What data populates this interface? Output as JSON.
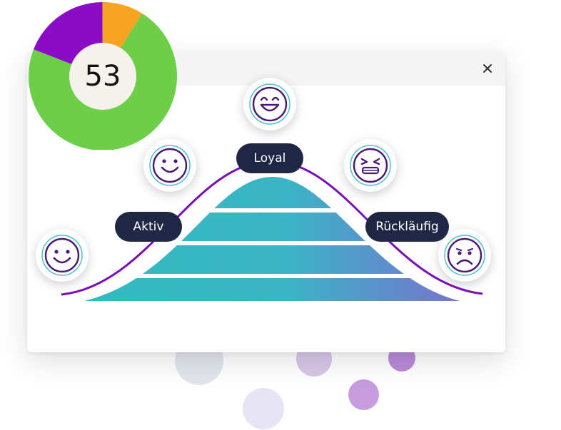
{
  "stages": {
    "aktiv": "Aktiv",
    "loyal": "Loyal",
    "ruecklaeufig": "Rückläufig"
  },
  "score": {
    "value": "53",
    "segments": [
      {
        "label": "green",
        "fraction": 0.72,
        "color": "#6ccf47"
      },
      {
        "label": "purple",
        "fraction": 0.19,
        "color": "#8a0cc6"
      },
      {
        "label": "orange",
        "fraction": 0.09,
        "color": "#f5a321"
      }
    ]
  },
  "colors": {
    "curve": "#7a0fb8",
    "pyramid_start": "#2fbcbf",
    "pyramid_end": "#7a6fcf",
    "pill_bg": "#1f2744",
    "face_line": "#4b1a78",
    "face_ring": "#4cc3c4"
  },
  "icons": [
    "close-icon",
    "smile-icon",
    "happy-icon",
    "laughing-icon",
    "squint-icon",
    "sad-icon"
  ]
}
